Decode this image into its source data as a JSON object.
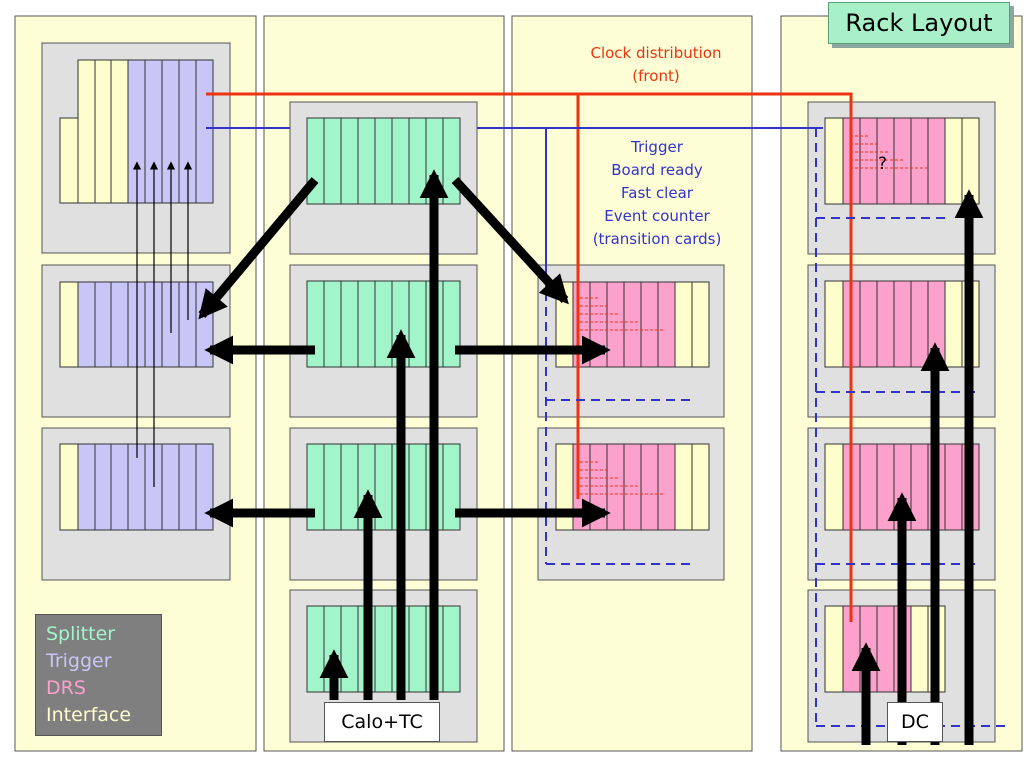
{
  "title": "Rack Layout",
  "colors": {
    "splitter": "#a2f5cb",
    "trigger": "#c8c6f6",
    "drs": "#fca0cc",
    "interface": "#fefecd",
    "rack_bg": "#fefed6",
    "crate_bg": "#e0e0e0",
    "clock": "#ee3311",
    "trigger_line": "#3333cc"
  },
  "legend": {
    "splitter": "Splitter",
    "trigger": "Trigger",
    "drs": "DRS",
    "interface": "Interface"
  },
  "clock_label": [
    "Clock distribution",
    "(front)"
  ],
  "trigger_label": [
    "Trigger",
    "Board ready",
    "Fast clear",
    "Event counter",
    "(transition cards)"
  ],
  "calo_tc_label": "Calo+TC",
  "dc_label": "DC",
  "unknown_mark": "?"
}
